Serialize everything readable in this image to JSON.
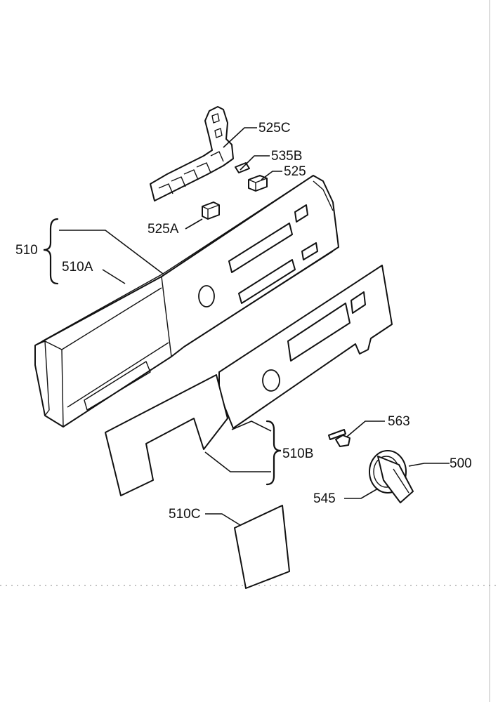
{
  "labels": {
    "p525C": "525C",
    "p535B": "535B",
    "p525": "525",
    "p525A": "525A",
    "p510": "510",
    "p510A": "510A",
    "p510B": "510B",
    "p563": "563",
    "p500": "500",
    "p545": "545",
    "p510C": "510C"
  }
}
